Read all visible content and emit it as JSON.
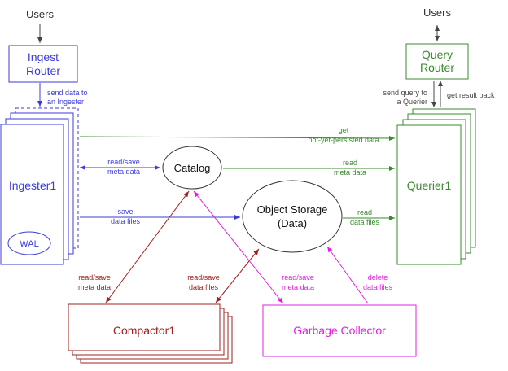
{
  "users_left": "Users",
  "users_right": "Users",
  "ingest_router": {
    "line1": "Ingest",
    "line2": "Router"
  },
  "query_router": {
    "line1": "Query",
    "line2": "Router"
  },
  "ingester": {
    "label": "Ingester1",
    "wal": "WAL"
  },
  "querier": {
    "label": "Querier1"
  },
  "catalog": {
    "label": "Catalog"
  },
  "object_storage": {
    "line1": "Object Storage",
    "line2": "(Data)"
  },
  "compactor": {
    "label": "Compactor1"
  },
  "garbage_collector": {
    "label": "Garbage Collector"
  },
  "edges": {
    "send_to_ingester": [
      "send data to",
      "an Ingester"
    ],
    "send_to_querier": [
      "send query to",
      "a Querier"
    ],
    "get_result_back": [
      "get result back"
    ],
    "get_not_persisted": [
      "get",
      "not-yet-persisted data"
    ],
    "ingester_catalog": [
      "read/save",
      "meta data"
    ],
    "catalog_querier": [
      "read",
      "meta data"
    ],
    "ingester_storage": [
      "save",
      "data files"
    ],
    "storage_querier": [
      "read",
      "data files"
    ],
    "compactor_catalog": [
      "read/save",
      "meta data"
    ],
    "compactor_storage": [
      "read/save",
      "data files"
    ],
    "gc_catalog": [
      "read/save",
      "meta data"
    ],
    "gc_storage": [
      "delete",
      "data files"
    ]
  },
  "colors": {
    "ingest_blue": "#3b3bd9",
    "query_green": "#3a8a2e",
    "compactor_red": "#a02020",
    "gc_magenta": "#e020e0",
    "neutral": "#444444"
  }
}
